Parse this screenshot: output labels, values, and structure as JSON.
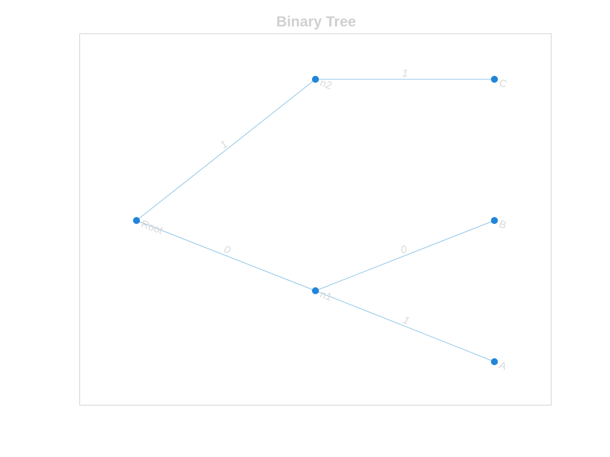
{
  "title": "Binary Tree",
  "colors": {
    "node": "#2185d8",
    "edge": "#8cc4e8",
    "label": "#d8d8d8",
    "title": "#d0d0d0",
    "frame": "#d4d4d4"
  },
  "nodes": [
    {
      "id": "Root",
      "label": "Root"
    },
    {
      "id": "n2",
      "label": "n2"
    },
    {
      "id": "n1",
      "label": "n1"
    },
    {
      "id": "C",
      "label": "C"
    },
    {
      "id": "B",
      "label": "B"
    },
    {
      "id": "A",
      "label": "A"
    }
  ],
  "edges": [
    {
      "from": "Root",
      "to": "n2",
      "label": "1"
    },
    {
      "from": "Root",
      "to": "n1",
      "label": "0"
    },
    {
      "from": "n2",
      "to": "C",
      "label": "1"
    },
    {
      "from": "n1",
      "to": "B",
      "label": "0"
    },
    {
      "from": "n1",
      "to": "A",
      "label": "1"
    }
  ]
}
